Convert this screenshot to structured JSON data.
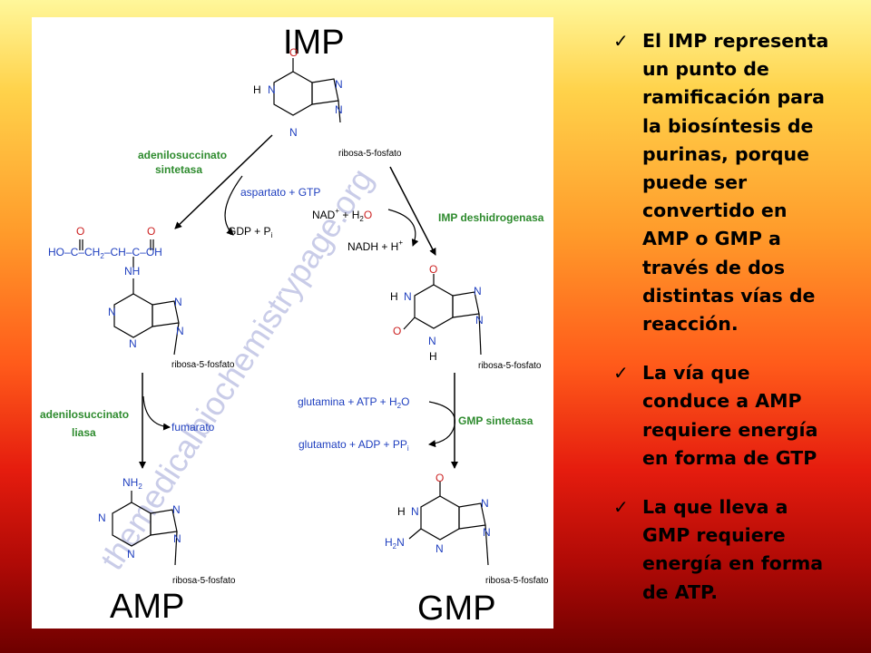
{
  "diagram": {
    "watermark": "themedicalbiochemistrypage.org",
    "molecules": {
      "imp": "IMP",
      "amp": "AMP",
      "gmp": "GMP",
      "ribose": "ribosa-5-fosfato"
    },
    "enzymes": {
      "adenylosuccinate_synthetase": [
        "adenilosuccinato",
        "sintetasa"
      ],
      "adenylosuccinate_lyase": [
        "adenilosuccinato",
        "liasa"
      ],
      "imp_dehydrogenase": "IMP deshidrogenasa",
      "gmp_synthetase": "GMP sintetasa"
    },
    "cofactors": {
      "aspartate_gtp": "aspartato + GTP",
      "gdp_pi": "GDP + P",
      "nad_h2o": "NAD",
      "nadh_h": "NADH + H",
      "fumarate": "fumarato",
      "gln_atp_h2o": "glutamina + ATP + H",
      "glu_adp_ppi": "glutamato + ADP + PP"
    },
    "substituents": {
      "succinyl_chain": "HO–C–CH",
      "succinyl_chain_end": "–CH–C–OH",
      "nh": "NH",
      "nh2": "NH"
    }
  },
  "bullets": [
    {
      "check": "✓",
      "lines": [
        "El IMP representa",
        "un punto de",
        "ramificación para",
        "la biosíntesis de",
        "purinas, porque",
        "puede ser",
        "convertido en",
        "AMP o GMP a",
        "través de dos",
        "distintas vías de",
        "reacción."
      ]
    },
    {
      "check": "✓",
      "lines": [
        "La vía que",
        "conduce a AMP",
        "requiere energía",
        "en forma de GTP"
      ]
    },
    {
      "check": "✓",
      "lines": [
        "La que lleva a",
        "GMP requiere",
        "energía en forma",
        "de ATP."
      ]
    }
  ],
  "colors": {
    "enzyme_green": "#2e8b2e",
    "atom_blue": "#1f3fbf",
    "oxygen_red": "#cc2222",
    "watermark": "#c9cce8"
  }
}
